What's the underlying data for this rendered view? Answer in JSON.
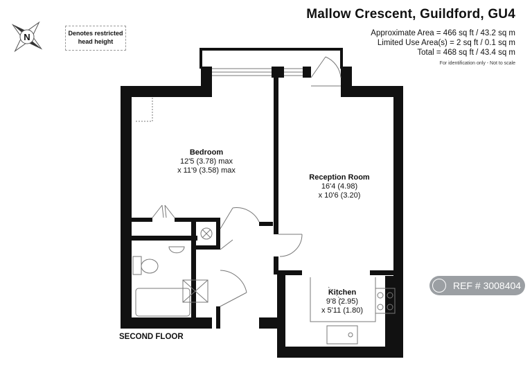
{
  "header": {
    "title": "Mallow Crescent, Guildford, GU4",
    "approx_area": "Approximate Area = 466 sq ft / 43.2 sq m",
    "limited_area": "Limited Use Area(s) = 2 sq ft / 0.1 sq m",
    "total_area": "Total = 468 sq ft / 43.4 sq m",
    "note": "For identification only - Not to scale"
  },
  "legend": {
    "line1": "Denotes restricted",
    "line2": "head height"
  },
  "compass": {
    "label": "N"
  },
  "rooms": {
    "bedroom": {
      "name": "Bedroom",
      "dim1": "12'5 (3.78) max",
      "dim2": "x 11'9 (3.58) max"
    },
    "reception": {
      "name": "Reception Room",
      "dim1": "16'4 (4.98)",
      "dim2": "x 10'6 (3.20)"
    },
    "kitchen": {
      "name": "Kitchen",
      "dim1": "9'8 (2.95)",
      "dim2": "x 5'11 (1.80)"
    }
  },
  "floor_label": "SECOND FLOOR",
  "ref_badge": {
    "text": "REF # 3008404",
    "color": "#8a8f94"
  },
  "colors": {
    "wall": "#111111",
    "background": "#ffffff"
  }
}
